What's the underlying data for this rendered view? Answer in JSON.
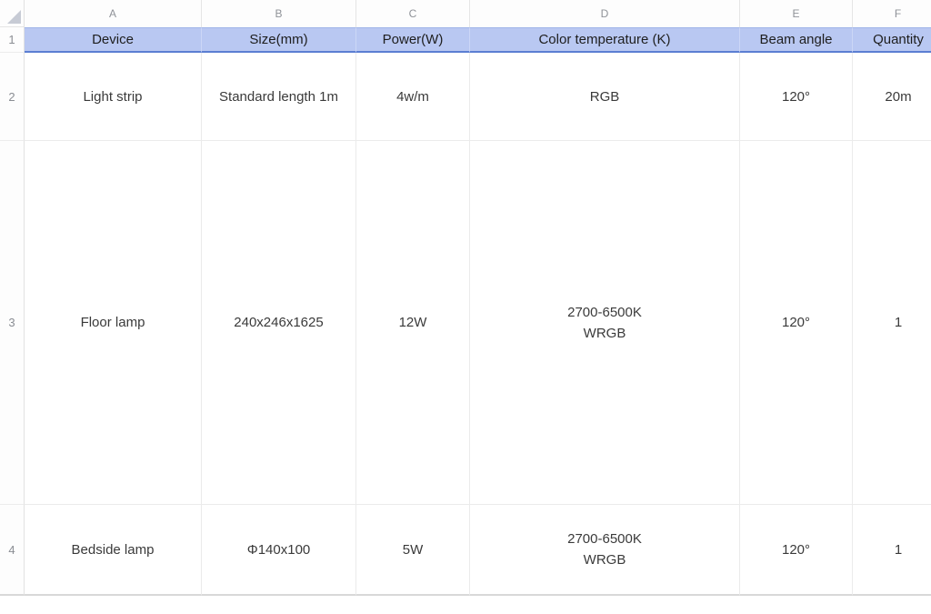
{
  "sheet": {
    "corner_icon": "select-all-triangle",
    "column_letters": [
      "A",
      "B",
      "C",
      "D",
      "E",
      "F"
    ],
    "row_numbers": [
      "1",
      "2",
      "3",
      "4"
    ],
    "header_row": {
      "cells": [
        "Device",
        "Size(mm)",
        "Power(W)",
        "Color temperature (K)",
        "Beam angle",
        "Quantity"
      ]
    },
    "data_rows": [
      {
        "device": "Light strip",
        "size": "Standard length 1m",
        "power": "4w/m",
        "color_temp": "RGB",
        "beam_angle": "120°",
        "quantity": "20m"
      },
      {
        "device": "Floor lamp",
        "size": "240x246x1625",
        "power": "12W",
        "color_temp": "2700-6500K\nWRGB",
        "beam_angle": "120°",
        "quantity": "1"
      },
      {
        "device": "Bedside lamp",
        "size": "Φ140x100",
        "power": "5W",
        "color_temp": "2700-6500K\nWRGB",
        "beam_angle": "120°",
        "quantity": "1"
      }
    ],
    "colors": {
      "header_fill": "#b9c8f2",
      "header_border_bottom": "#5b7ed2",
      "gridline": "#ebebeb",
      "sheet_bottom_border": "#d8d8d8",
      "label_text": "#8f9298",
      "cell_text": "#3a3a3a",
      "corner_triangle": "#c7cbd5"
    }
  }
}
